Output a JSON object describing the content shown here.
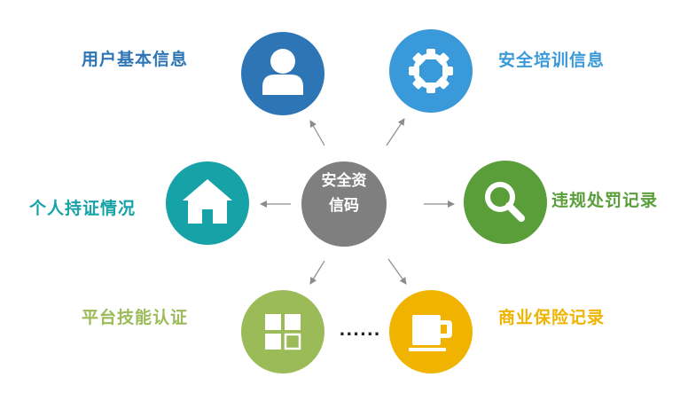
{
  "center": {
    "line1": "安全资",
    "line2": "信码",
    "color": "#7f7f7f"
  },
  "nodes": [
    {
      "id": "user",
      "label": "用户基本信息",
      "icon": "user-icon",
      "color": "#2e75b6"
    },
    {
      "id": "training",
      "label": "安全培训信息",
      "icon": "gear-icon",
      "color": "#3a9ad9"
    },
    {
      "id": "violation",
      "label": "违规处罚记录",
      "icon": "search-icon",
      "color": "#5a9e3a"
    },
    {
      "id": "insurance",
      "label": "商业保险记录",
      "icon": "cup-icon",
      "color": "#f0b400"
    },
    {
      "id": "platform",
      "label": "平台技能认证",
      "icon": "grid-icon",
      "color": "#9bbb59"
    },
    {
      "id": "certificate",
      "label": "个人持证情况",
      "icon": "home-icon",
      "color": "#17a2a8"
    }
  ],
  "ellipsis": "......"
}
